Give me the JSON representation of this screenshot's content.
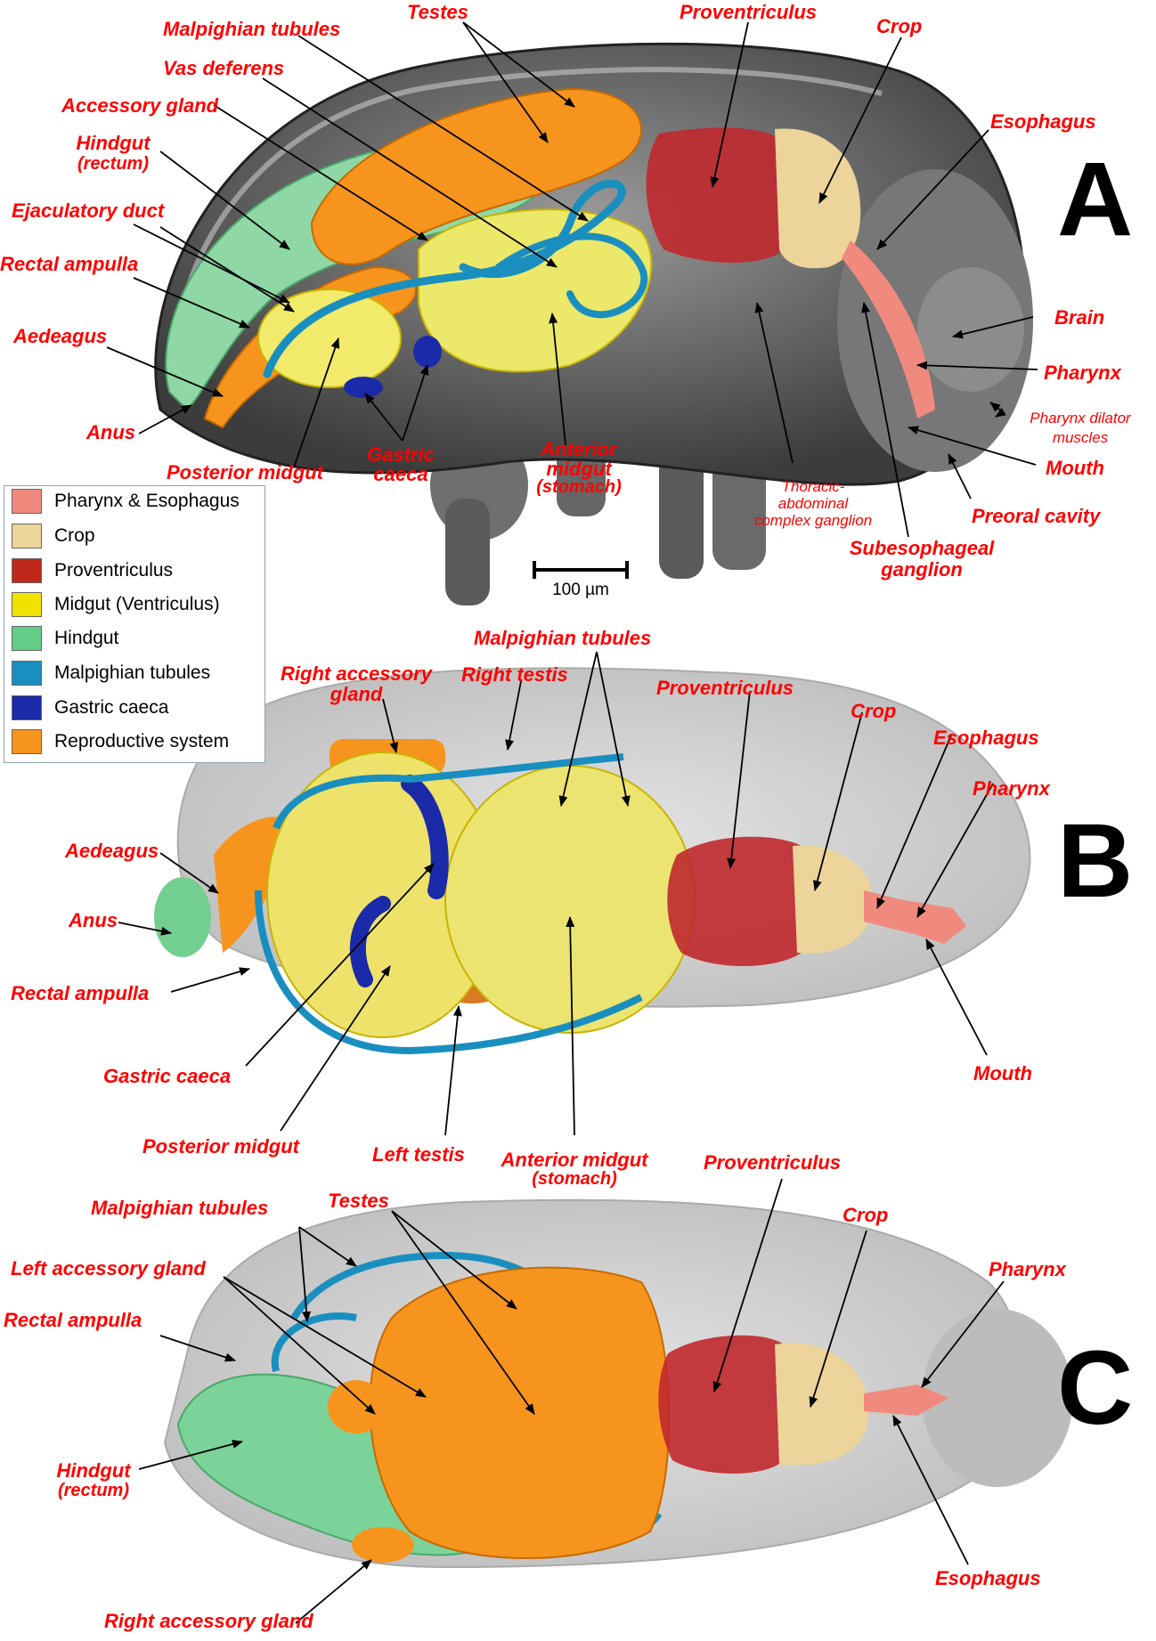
{
  "panels": {
    "a": "A",
    "b": "B",
    "c": "C"
  },
  "scale_bar": "100 µm",
  "legend": [
    {
      "label": "Pharynx & Esophagus",
      "color": "#f08a7e"
    },
    {
      "label": "Crop",
      "color": "#ecd49a"
    },
    {
      "label": "Proventriculus",
      "color": "#c0281c"
    },
    {
      "label": "Midgut (Ventriculus)",
      "color": "#f2e200"
    },
    {
      "label": "Hindgut",
      "color": "#63cc86"
    },
    {
      "label": "Malpighian tubules",
      "color": "#1a8fbf"
    },
    {
      "label": "Gastric caeca",
      "color": "#1b2aa8"
    },
    {
      "label": "Reproductive system",
      "color": "#f7941d"
    }
  ],
  "labels_a": {
    "malpighian_tubules": "Malpighian tubules",
    "testes": "Testes",
    "proventriculus": "Proventriculus",
    "crop": "Crop",
    "vas_deferens": "Vas deferens",
    "accessory_gland": "Accessory gland",
    "hindgut": "Hindgut",
    "hindgut_sub": "(rectum)",
    "esophagus": "Esophagus",
    "ejaculatory_duct": "Ejaculatory duct",
    "rectal_ampulla": "Rectal ampulla",
    "aedeagus": "Aedeagus",
    "brain": "Brain",
    "pharynx": "Pharynx",
    "pharynx_dilator_1": "Pharynx dilator",
    "pharynx_dilator_2": "muscles",
    "anus": "Anus",
    "mouth": "Mouth",
    "posterior_midgut": "Posterior midgut",
    "gastric_caeca_1": "Gastric",
    "gastric_caeca_2": "caeca",
    "anterior_midgut_1": "Anterior",
    "anterior_midgut_2": "midgut",
    "anterior_midgut_3": "(stomach)",
    "thoracic_1": "Thoracic-",
    "thoracic_2": "abdominal",
    "thoracic_3": "complex ganglion",
    "preoral_cavity": "Preoral cavity",
    "subesophageal_1": "Subesophageal",
    "subesophageal_2": "ganglion"
  },
  "labels_b": {
    "malpighian_tubules": "Malpighian tubules",
    "right_accessory_gland_1": "Right accessory",
    "right_accessory_gland_2": "gland",
    "right_testis": "Right testis",
    "proventriculus": "Proventriculus",
    "crop": "Crop",
    "esophagus": "Esophagus",
    "pharynx": "Pharynx",
    "aedeagus": "Aedeagus",
    "anus": "Anus",
    "rectal_ampulla": "Rectal ampulla",
    "mouth": "Mouth",
    "gastric_caeca": "Gastric caeca",
    "posterior_midgut": "Posterior midgut",
    "left_testis": "Left testis",
    "anterior_midgut_1": "Anterior midgut",
    "anterior_midgut_2": "(stomach)"
  },
  "labels_c": {
    "proventriculus": "Proventriculus",
    "malpighian_tubules": "Malpighian tubules",
    "testes": "Testes",
    "crop": "Crop",
    "left_accessory_gland": "Left accessory gland",
    "pharynx": "Pharynx",
    "rectal_ampulla": "Rectal ampulla",
    "hindgut": "Hindgut",
    "hindgut_sub": "(rectum)",
    "esophagus": "Esophagus",
    "right_accessory_gland": "Right accessory gland"
  }
}
